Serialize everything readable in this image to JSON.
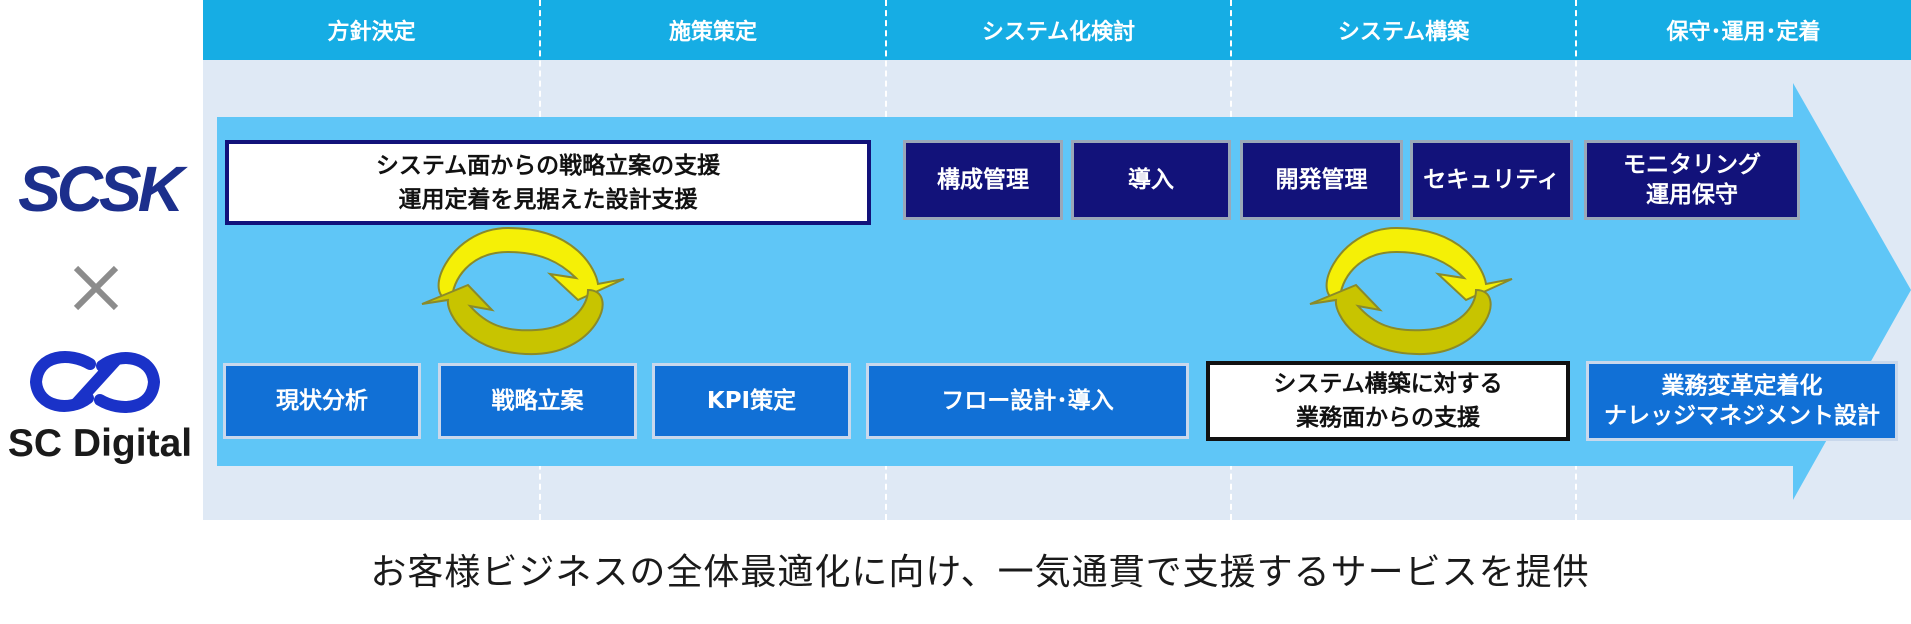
{
  "logos": {
    "scsk": "SCSK",
    "times": "×",
    "scdigital": "SC Digital"
  },
  "phases": [
    "方針決定",
    "施策策定",
    "システム化検討",
    "システム構築",
    "保守･運用･定着"
  ],
  "top_left_box": {
    "line1": "システム面からの戦略立案の支援",
    "line2": "運用定着を見据えた設計支援"
  },
  "top_boxes": [
    {
      "line1": "構成管理",
      "line2": ""
    },
    {
      "line1": "導入",
      "line2": ""
    },
    {
      "line1": "開発管理",
      "line2": ""
    },
    {
      "line1": "セキュリティ",
      "line2": ""
    },
    {
      "line1": "モニタリング",
      "line2": "運用保守"
    }
  ],
  "bottom_boxes": [
    {
      "line1": "現状分析",
      "line2": ""
    },
    {
      "line1": "戦略立案",
      "line2": ""
    },
    {
      "line1": "KPI策定",
      "line2": ""
    },
    {
      "line1": "フロー設計･導入",
      "line2": ""
    },
    {
      "line1": "システム構築に対する",
      "line2": "業務面からの支援"
    },
    {
      "line1": "業務変革定着化",
      "line2": "ナレッジマネジメント設計"
    }
  ],
  "tagline": "お客様ビジネスの全体最適化に向け、一気通貫で支援するサービスを提供",
  "colors": {
    "header": "#16ade4",
    "panel": "#dfe9f5",
    "arrow": "#5fc6f7",
    "dark_box": "#12127a",
    "mid_box": "#1170d6",
    "cycle": "#f5f006",
    "scsk_logo": "#1c2f8c"
  },
  "icons": {
    "cycle": "cycle-arrows-icon",
    "times": "times-icon",
    "scdigital_mark": "infinity-mark-icon"
  }
}
